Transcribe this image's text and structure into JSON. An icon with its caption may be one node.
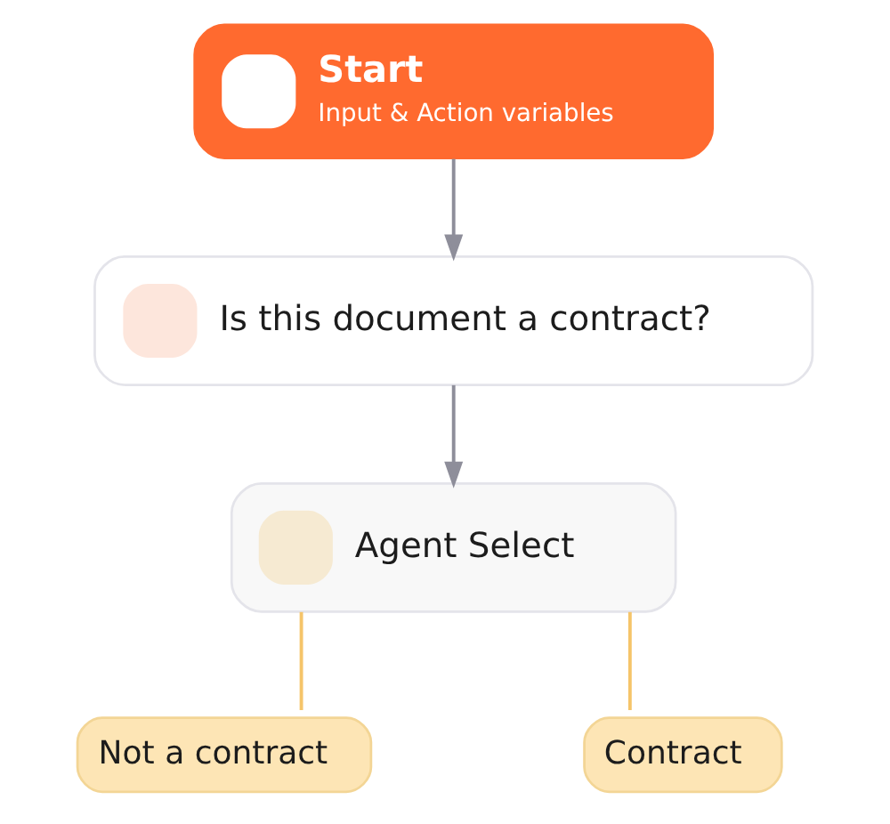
{
  "diagram": {
    "nodes": [
      {
        "text": [
          "Start",
          "Input & Action variables"
        ]
      },
      {
        "text": [
          "Is this document a contract?"
        ]
      },
      {
        "text": [
          "Agent Select"
        ]
      },
      {
        "text": [
          "Not a contract"
        ]
      },
      {
        "text": [
          "Contract"
        ]
      }
    ],
    "edges": [
      {
        "from": 0,
        "to": 1,
        "arrow": "to"
      },
      {
        "from": 1,
        "to": 2,
        "arrow": "to"
      },
      {
        "from": 2,
        "to": 3,
        "arrow": "none",
        "color": "#f5c46a"
      },
      {
        "from": 2,
        "to": 4,
        "arrow": "none",
        "color": "#f5c46a"
      }
    ]
  }
}
